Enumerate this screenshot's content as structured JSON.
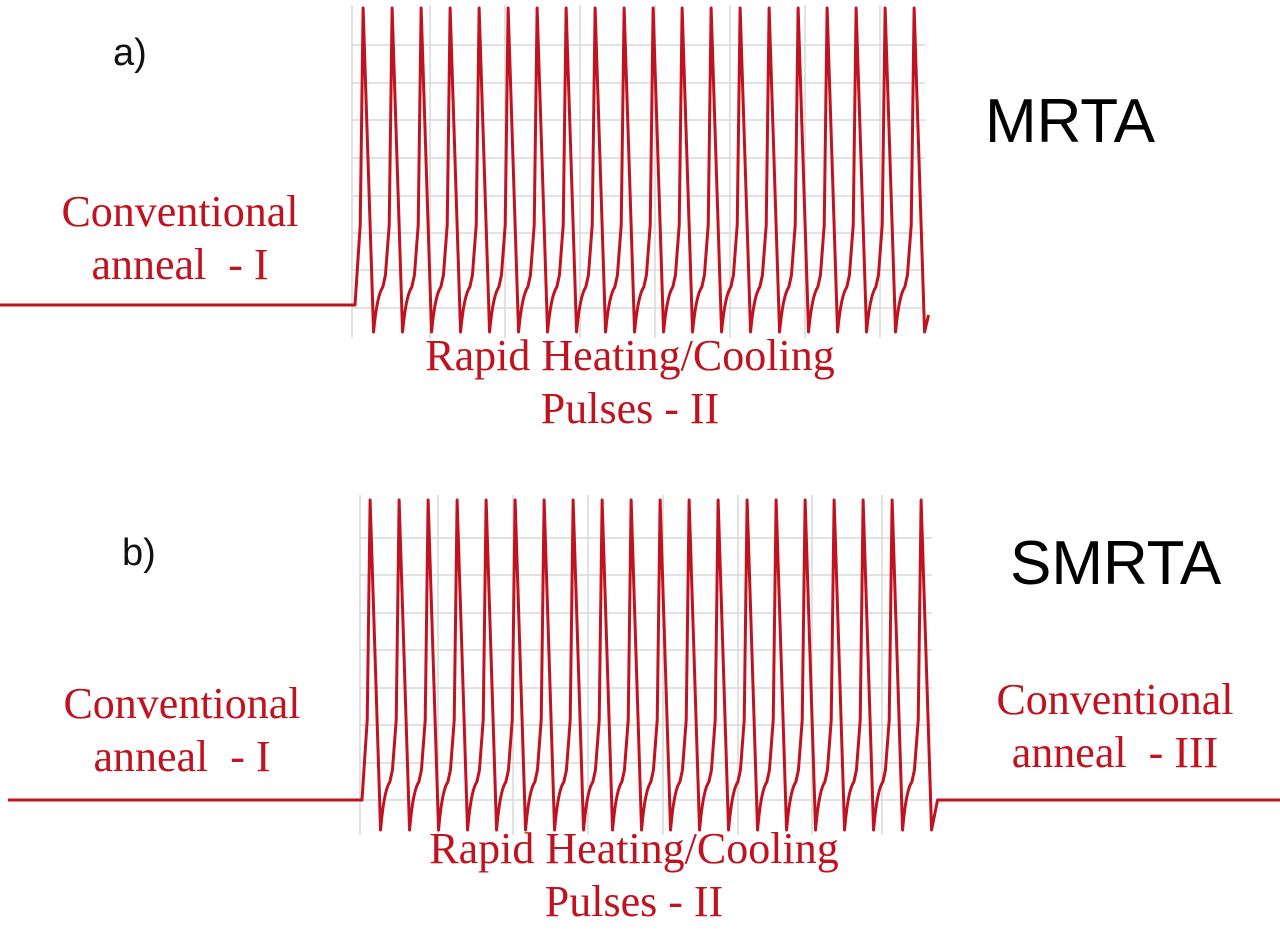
{
  "colors": {
    "trace": "#c0131f",
    "grid": "#d9d9d9",
    "label": "#c0131f",
    "title": "#000000"
  },
  "panels": [
    {
      "letter": "a)",
      "title": "MRTA",
      "label_left_line1": "Conventional",
      "label_left_line2": "anneal  - I",
      "label_bottom_line1": "Rapid Heating/Cooling",
      "label_bottom_line2": "Pulses - II",
      "pulse_count": 20,
      "has_final_anneal": false
    },
    {
      "letter": "b)",
      "title": "SMRTA",
      "label_left_line1": "Conventional",
      "label_left_line2": "anneal  - I",
      "label_bottom_line1": "Rapid Heating/Cooling",
      "label_bottom_line2": "Pulses - II",
      "label_right_line1": "Conventional",
      "label_right_line2": "anneal  - III",
      "pulse_count": 20,
      "has_final_anneal": true
    }
  ]
}
